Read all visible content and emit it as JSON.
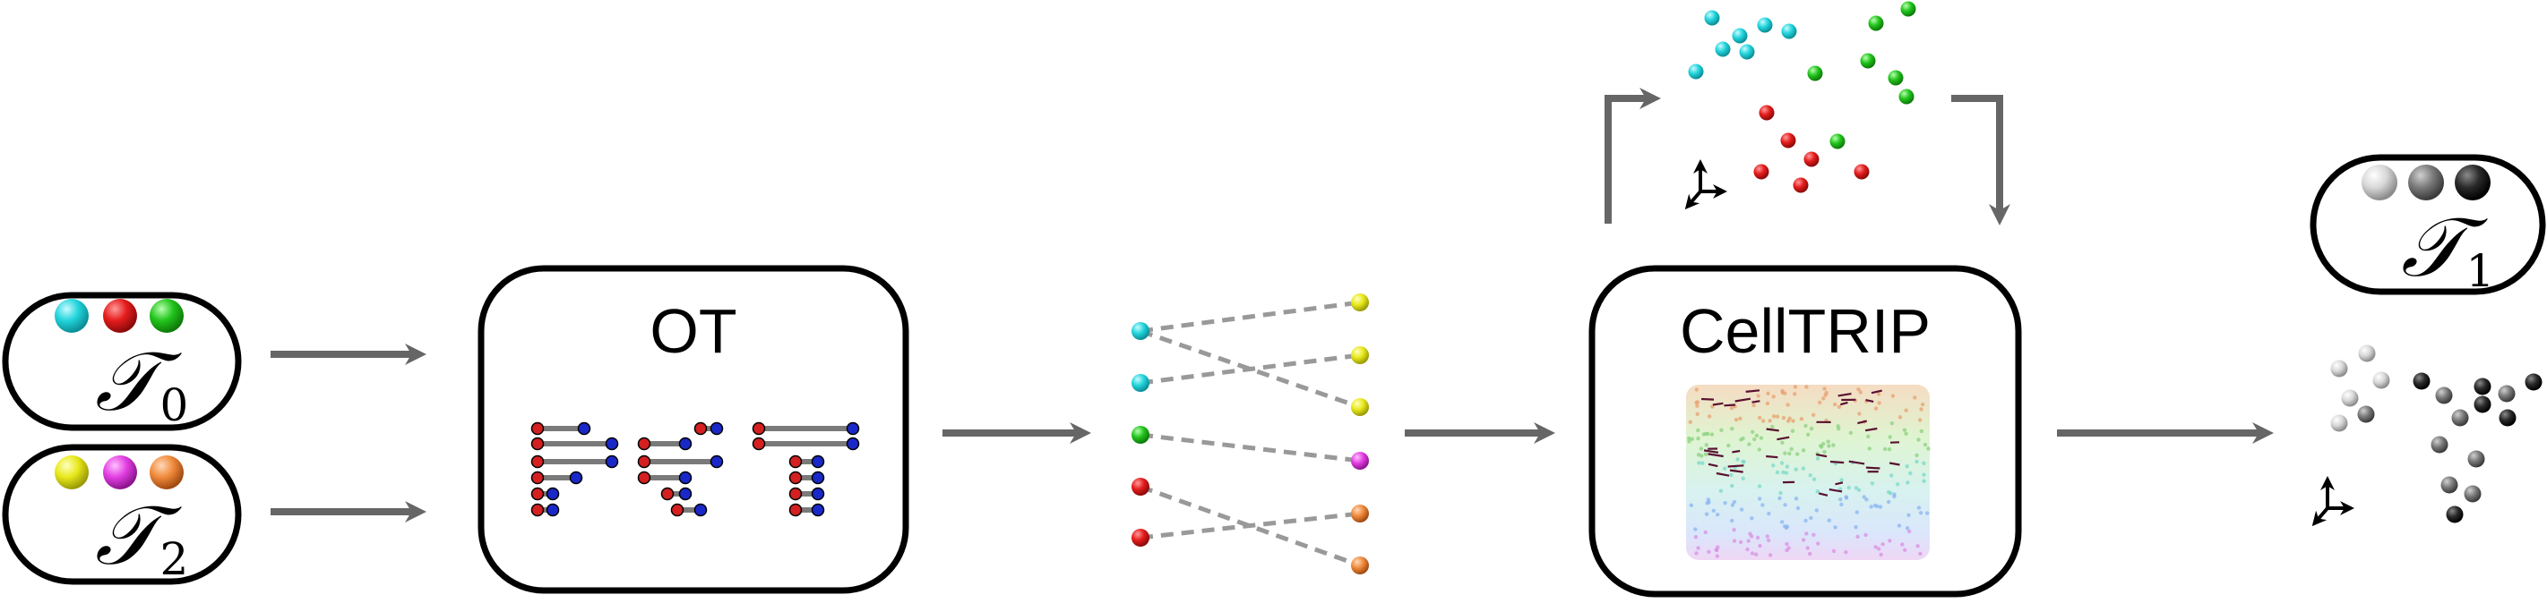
{
  "inputs": {
    "t0": {
      "symbol": "𝒯",
      "subscript": "0",
      "dot_colors": [
        "#22d4dc",
        "#e51c1c",
        "#22c41c"
      ]
    },
    "t2": {
      "symbol": "𝒯",
      "subscript": "2",
      "dot_colors": [
        "#e8e81a",
        "#e23ee2",
        "#f08a3c"
      ]
    }
  },
  "ot": {
    "label": "OT"
  },
  "celltrip": {
    "label": "CellTRIP"
  },
  "output": {
    "symbol": "𝒯",
    "subscript": "1",
    "dot_colors": [
      "#d8d8d8",
      "#7a7a7a",
      "#2a2a2a"
    ]
  },
  "colors": {
    "arrow": "#666666",
    "stroke": "#000000",
    "cyan": "#22d4dc",
    "red": "#e51c1c",
    "green": "#22c41c",
    "yellow": "#e8e81a",
    "magenta": "#e23ee2",
    "orange": "#f08a3c",
    "ot_red": "#d42020",
    "ot_blue": "#1a28c8",
    "dash": "#999999"
  },
  "icons": [
    "axes-icon",
    "arrow-icon",
    "sphere-icon"
  ]
}
